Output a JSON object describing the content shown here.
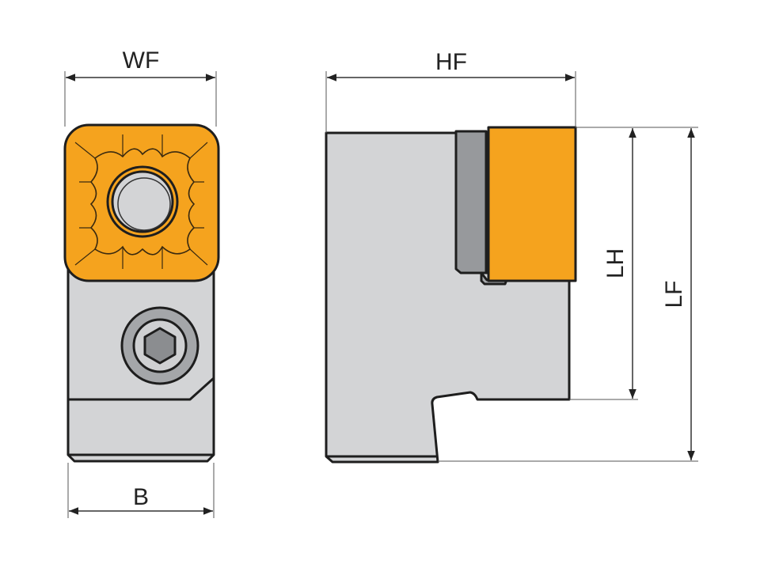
{
  "dimensions": {
    "wf": "WF",
    "b": "B",
    "hf": "HF",
    "lh": "LH",
    "lf": "LF"
  },
  "colors": {
    "insert": "#f5a31e",
    "insert_dark": "#e3901a",
    "body": "#d3d4d6",
    "shim": "#97999c",
    "outline": "#1e1e1e"
  }
}
